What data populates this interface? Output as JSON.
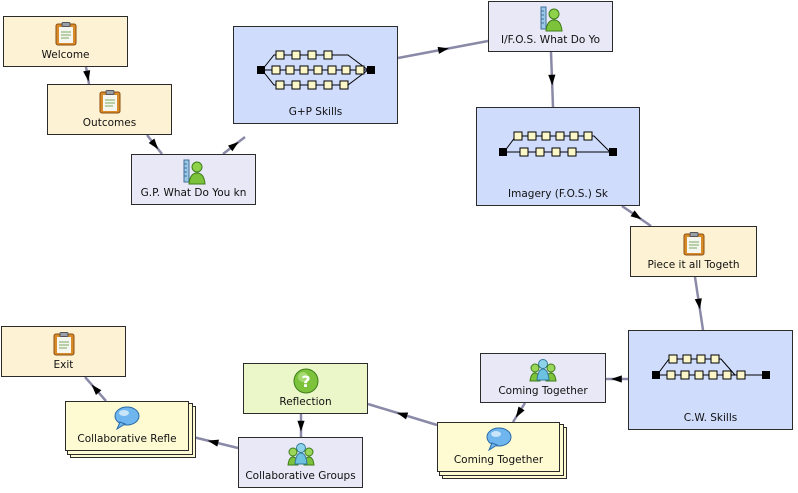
{
  "colors": {
    "activity_fill": "#fdf3d4",
    "tool_fill": "#e8e8f6",
    "sequence_fill": "#cfdcfb",
    "gate_fill": "#ebf7c8",
    "stacked_fill": "#fefbd3",
    "connector": "#8a8aa8"
  },
  "nodes": [
    {
      "id": "welcome",
      "label": "Welcome",
      "kind": "activity",
      "icon": "clipboard-icon"
    },
    {
      "id": "outcomes",
      "label": "Outcomes",
      "kind": "activity",
      "icon": "clipboard-icon"
    },
    {
      "id": "gp-what",
      "label": "G.P. What Do You kn",
      "kind": "tool",
      "icon": "person-ruler-icon"
    },
    {
      "id": "gp-skills",
      "label": "G+P Skills",
      "kind": "sequence",
      "icon": "branch-sequence-icon"
    },
    {
      "id": "ifos-what",
      "label": "I/F.O.S. What Do Yo",
      "kind": "tool",
      "icon": "person-ruler-icon"
    },
    {
      "id": "imagery",
      "label": "Imagery (F.O.S.) Sk",
      "kind": "sequence",
      "icon": "branch-sequence-icon"
    },
    {
      "id": "piece",
      "label": "Piece it all Togeth",
      "kind": "activity",
      "icon": "clipboard-icon"
    },
    {
      "id": "cw-skills",
      "label": "C.W. Skills",
      "kind": "sequence",
      "icon": "branch-sequence-icon"
    },
    {
      "id": "coming-together-1",
      "label": "Coming Together",
      "kind": "tool",
      "icon": "group-icon"
    },
    {
      "id": "coming-together-2",
      "label": "Coming Together",
      "kind": "stacked",
      "icon": "chat-bubble-icon"
    },
    {
      "id": "reflection",
      "label": "Reflection",
      "kind": "gate",
      "icon": "question-icon"
    },
    {
      "id": "collab-groups",
      "label": "Collaborative Groups",
      "kind": "tool",
      "icon": "group-icon"
    },
    {
      "id": "collab-refle",
      "label": "Collaborative Refle",
      "kind": "stacked",
      "icon": "chat-bubble-icon"
    },
    {
      "id": "exit",
      "label": "Exit",
      "kind": "activity",
      "icon": "clipboard-icon"
    }
  ],
  "edges": [
    {
      "from": "welcome",
      "to": "outcomes"
    },
    {
      "from": "outcomes",
      "to": "gp-what"
    },
    {
      "from": "gp-what",
      "to": "gp-skills"
    },
    {
      "from": "gp-skills",
      "to": "ifos-what"
    },
    {
      "from": "ifos-what",
      "to": "imagery"
    },
    {
      "from": "imagery",
      "to": "piece"
    },
    {
      "from": "piece",
      "to": "cw-skills"
    },
    {
      "from": "cw-skills",
      "to": "coming-together-1"
    },
    {
      "from": "coming-together-1",
      "to": "coming-together-2"
    },
    {
      "from": "coming-together-2",
      "to": "reflection"
    },
    {
      "from": "reflection",
      "to": "collab-groups"
    },
    {
      "from": "collab-groups",
      "to": "collab-refle"
    },
    {
      "from": "collab-refle",
      "to": "exit"
    }
  ]
}
